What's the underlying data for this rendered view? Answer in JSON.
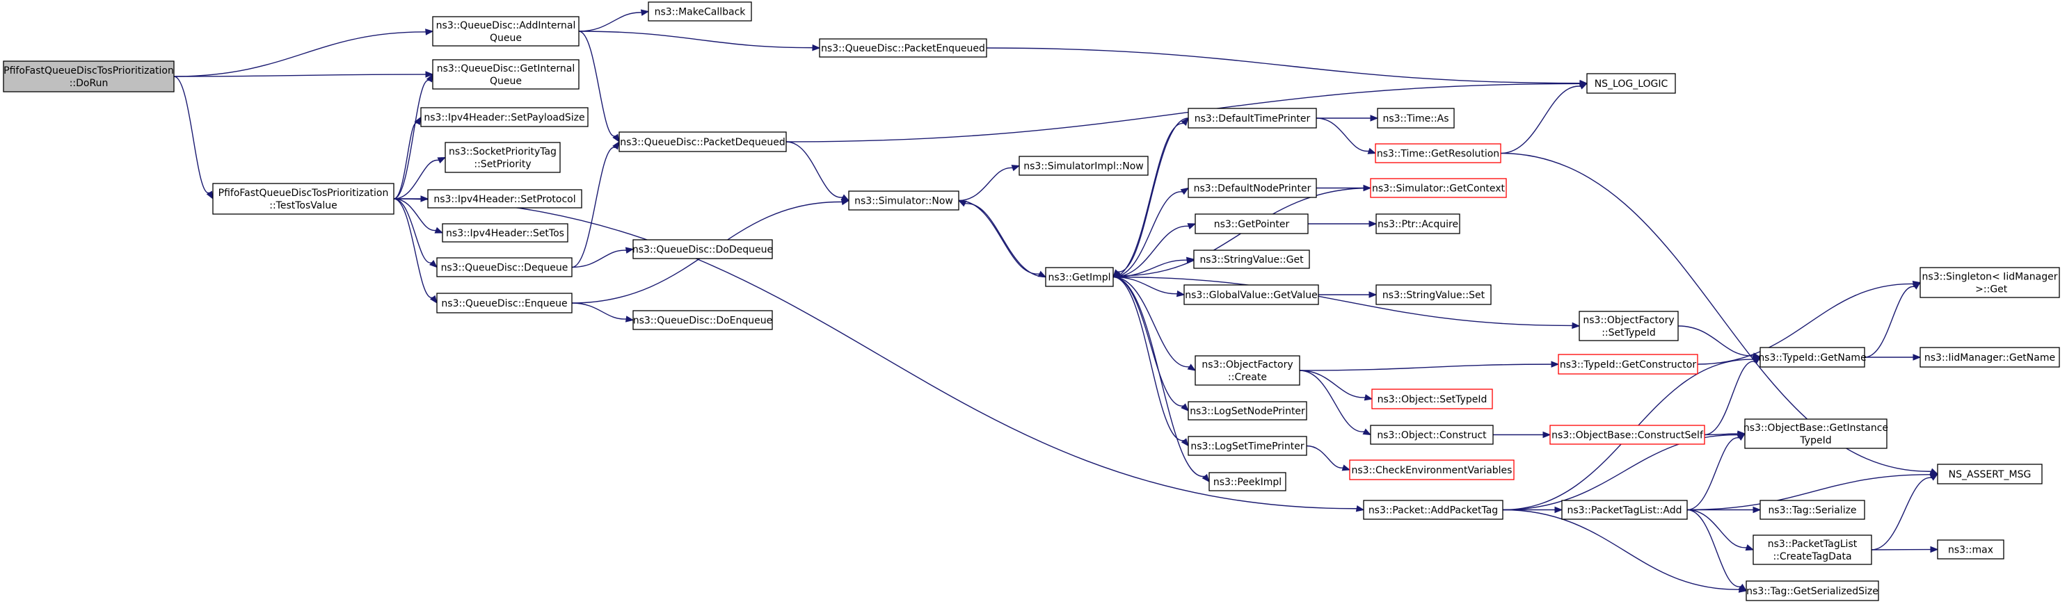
{
  "graph": {
    "colors": {
      "edge": "#191970",
      "border": "#000000",
      "truncated_border": "#ff0000",
      "root_fill": "#bfbfbf",
      "fill": "#ffffff"
    },
    "nodes": [
      {
        "id": "root",
        "lines": [
          "PfifoFastQueueDiscTosPrioritization",
          "::DoRun"
        ],
        "style": "root"
      },
      {
        "id": "addinternal",
        "lines": [
          "ns3::QueueDisc::AddInternal",
          "Queue"
        ]
      },
      {
        "id": "makecallback",
        "lines": [
          "ns3::MakeCallback"
        ]
      },
      {
        "id": "pktenq",
        "lines": [
          "ns3::QueueDisc::PacketEnqueued"
        ]
      },
      {
        "id": "getinternal",
        "lines": [
          "ns3::QueueDisc::GetInternal",
          "Queue"
        ]
      },
      {
        "id": "loglogic",
        "lines": [
          "NS_LOG_LOGIC"
        ]
      },
      {
        "id": "setpayload",
        "lines": [
          "ns3::Ipv4Header::SetPayloadSize"
        ]
      },
      {
        "id": "pktdeq",
        "lines": [
          "ns3::QueueDisc::PacketDequeued"
        ]
      },
      {
        "id": "sockprio",
        "lines": [
          "ns3::SocketPriorityTag",
          "::SetPriority"
        ]
      },
      {
        "id": "testtos",
        "lines": [
          "PfifoFastQueueDiscTosPrioritization",
          "::TestTosValue"
        ]
      },
      {
        "id": "setproto",
        "lines": [
          "ns3::Ipv4Header::SetProtocol"
        ]
      },
      {
        "id": "settos",
        "lines": [
          "ns3::Ipv4Header::SetTos"
        ]
      },
      {
        "id": "dequeue",
        "lines": [
          "ns3::QueueDisc::Dequeue"
        ]
      },
      {
        "id": "dodequeue",
        "lines": [
          "ns3::QueueDisc::DoDequeue"
        ]
      },
      {
        "id": "enqueue",
        "lines": [
          "ns3::QueueDisc::Enqueue"
        ]
      },
      {
        "id": "doenqueue",
        "lines": [
          "ns3::QueueDisc::DoEnqueue"
        ]
      },
      {
        "id": "simnow",
        "lines": [
          "ns3::Simulator::Now"
        ]
      },
      {
        "id": "simimplnow",
        "lines": [
          "ns3::SimulatorImpl::Now"
        ]
      },
      {
        "id": "getimpl",
        "lines": [
          "ns3::GetImpl"
        ]
      },
      {
        "id": "deftime",
        "lines": [
          "ns3::DefaultTimePrinter"
        ]
      },
      {
        "id": "timeas",
        "lines": [
          "ns3::Time::As"
        ]
      },
      {
        "id": "timeres",
        "lines": [
          "ns3::Time::GetResolution"
        ],
        "style": "red"
      },
      {
        "id": "defnode",
        "lines": [
          "ns3::DefaultNodePrinter"
        ]
      },
      {
        "id": "getcontext",
        "lines": [
          "ns3::Simulator::GetContext"
        ],
        "style": "red"
      },
      {
        "id": "getpointer",
        "lines": [
          "ns3::GetPointer"
        ]
      },
      {
        "id": "ptracquire",
        "lines": [
          "ns3::Ptr::Acquire"
        ]
      },
      {
        "id": "stringget",
        "lines": [
          "ns3::StringValue::Get"
        ]
      },
      {
        "id": "globalget",
        "lines": [
          "ns3::GlobalValue::GetValue"
        ]
      },
      {
        "id": "stringset",
        "lines": [
          "ns3::StringValue::Set"
        ]
      },
      {
        "id": "settypeid",
        "lines": [
          "ns3::ObjectFactory",
          "::SetTypeId"
        ]
      },
      {
        "id": "singleton",
        "lines": [
          "ns3::Singleton< IidManager",
          " >::Get"
        ]
      },
      {
        "id": "getctor",
        "lines": [
          "ns3::TypeId::GetConstructor"
        ],
        "style": "red"
      },
      {
        "id": "typeidname",
        "lines": [
          "ns3::TypeId::GetName"
        ]
      },
      {
        "id": "iidname",
        "lines": [
          "ns3::IidManager::GetName"
        ]
      },
      {
        "id": "ofcreate",
        "lines": [
          "ns3::ObjectFactory",
          "::Create"
        ]
      },
      {
        "id": "objsettypeid",
        "lines": [
          "ns3::Object::SetTypeId"
        ],
        "style": "red"
      },
      {
        "id": "logsetnode",
        "lines": [
          "ns3::LogSetNodePrinter"
        ]
      },
      {
        "id": "objconstruct",
        "lines": [
          "ns3::Object::Construct"
        ]
      },
      {
        "id": "constructself",
        "lines": [
          "ns3::ObjectBase::ConstructSelf"
        ],
        "style": "red"
      },
      {
        "id": "getinstance",
        "lines": [
          "ns3::ObjectBase::GetInstance",
          "TypeId"
        ]
      },
      {
        "id": "logsettime",
        "lines": [
          "ns3::LogSetTimePrinter"
        ]
      },
      {
        "id": "checkenv",
        "lines": [
          "ns3::CheckEnvironmentVariables"
        ],
        "style": "red"
      },
      {
        "id": "peekimpl",
        "lines": [
          "ns3::PeekImpl"
        ]
      },
      {
        "id": "assertmsg",
        "lines": [
          "NS_ASSERT_MSG"
        ]
      },
      {
        "id": "addpackettag",
        "lines": [
          "ns3::Packet::AddPacketTag"
        ]
      },
      {
        "id": "ptladd",
        "lines": [
          "ns3::PacketTagList::Add"
        ]
      },
      {
        "id": "tagserialize",
        "lines": [
          "ns3::Tag::Serialize"
        ]
      },
      {
        "id": "createtagdata",
        "lines": [
          "ns3::PacketTagList",
          "::CreateTagData"
        ]
      },
      {
        "id": "max",
        "lines": [
          "ns3::max"
        ]
      },
      {
        "id": "getsersize",
        "lines": [
          "ns3::Tag::GetSerializedSize"
        ]
      }
    ],
    "edges": [
      [
        "root",
        "addinternal"
      ],
      [
        "root",
        "getinternal"
      ],
      [
        "root",
        "testtos"
      ],
      [
        "addinternal",
        "makecallback"
      ],
      [
        "addinternal",
        "pktenq"
      ],
      [
        "addinternal",
        "pktdeq"
      ],
      [
        "pktenq",
        "loglogic"
      ],
      [
        "pktdeq",
        "loglogic"
      ],
      [
        "pktdeq",
        "simnow"
      ],
      [
        "testtos",
        "getinternal"
      ],
      [
        "testtos",
        "setpayload"
      ],
      [
        "testtos",
        "sockprio"
      ],
      [
        "testtos",
        "setproto"
      ],
      [
        "testtos",
        "settos"
      ],
      [
        "testtos",
        "dequeue"
      ],
      [
        "testtos",
        "enqueue"
      ],
      [
        "testtos",
        "addpackettag"
      ],
      [
        "dequeue",
        "pktdeq"
      ],
      [
        "dequeue",
        "dodequeue"
      ],
      [
        "enqueue",
        "simnow"
      ],
      [
        "enqueue",
        "doenqueue"
      ],
      [
        "simnow",
        "simimplnow"
      ],
      [
        "simnow",
        "getimpl"
      ],
      [
        "getimpl",
        "simnow"
      ],
      [
        "getimpl",
        "deftime"
      ],
      [
        "getimpl",
        "defnode"
      ],
      [
        "getimpl",
        "getpointer"
      ],
      [
        "getimpl",
        "stringget"
      ],
      [
        "getimpl",
        "globalget"
      ],
      [
        "getimpl",
        "settypeid"
      ],
      [
        "getimpl",
        "ofcreate"
      ],
      [
        "getimpl",
        "logsetnode"
      ],
      [
        "getimpl",
        "logsettime"
      ],
      [
        "getimpl",
        "peekimpl"
      ],
      [
        "deftime",
        "timeas"
      ],
      [
        "deftime",
        "timeres"
      ],
      [
        "deftime",
        "getimpl"
      ],
      [
        "timeres",
        "loglogic"
      ],
      [
        "timeres",
        "assertmsg"
      ],
      [
        "defnode",
        "getcontext"
      ],
      [
        "getcontext",
        "getimpl"
      ],
      [
        "getpointer",
        "ptracquire"
      ],
      [
        "globalget",
        "stringset"
      ],
      [
        "settypeid",
        "typeidname"
      ],
      [
        "getctor",
        "singleton"
      ],
      [
        "typeidname",
        "singleton"
      ],
      [
        "typeidname",
        "iidname"
      ],
      [
        "ofcreate",
        "getctor"
      ],
      [
        "ofcreate",
        "objsettypeid"
      ],
      [
        "ofcreate",
        "objconstruct"
      ],
      [
        "objconstruct",
        "constructself"
      ],
      [
        "constructself",
        "typeidname"
      ],
      [
        "constructself",
        "getinstance"
      ],
      [
        "logsettime",
        "checkenv"
      ],
      [
        "addpackettag",
        "typeidname"
      ],
      [
        "addpackettag",
        "getinstance"
      ],
      [
        "addpackettag",
        "ptladd"
      ],
      [
        "addpackettag",
        "getsersize"
      ],
      [
        "ptladd",
        "getinstance"
      ],
      [
        "ptladd",
        "assertmsg"
      ],
      [
        "ptladd",
        "tagserialize"
      ],
      [
        "ptladd",
        "createtagdata"
      ],
      [
        "ptladd",
        "getsersize"
      ],
      [
        "createtagdata",
        "assertmsg"
      ],
      [
        "createtagdata",
        "max"
      ]
    ]
  }
}
